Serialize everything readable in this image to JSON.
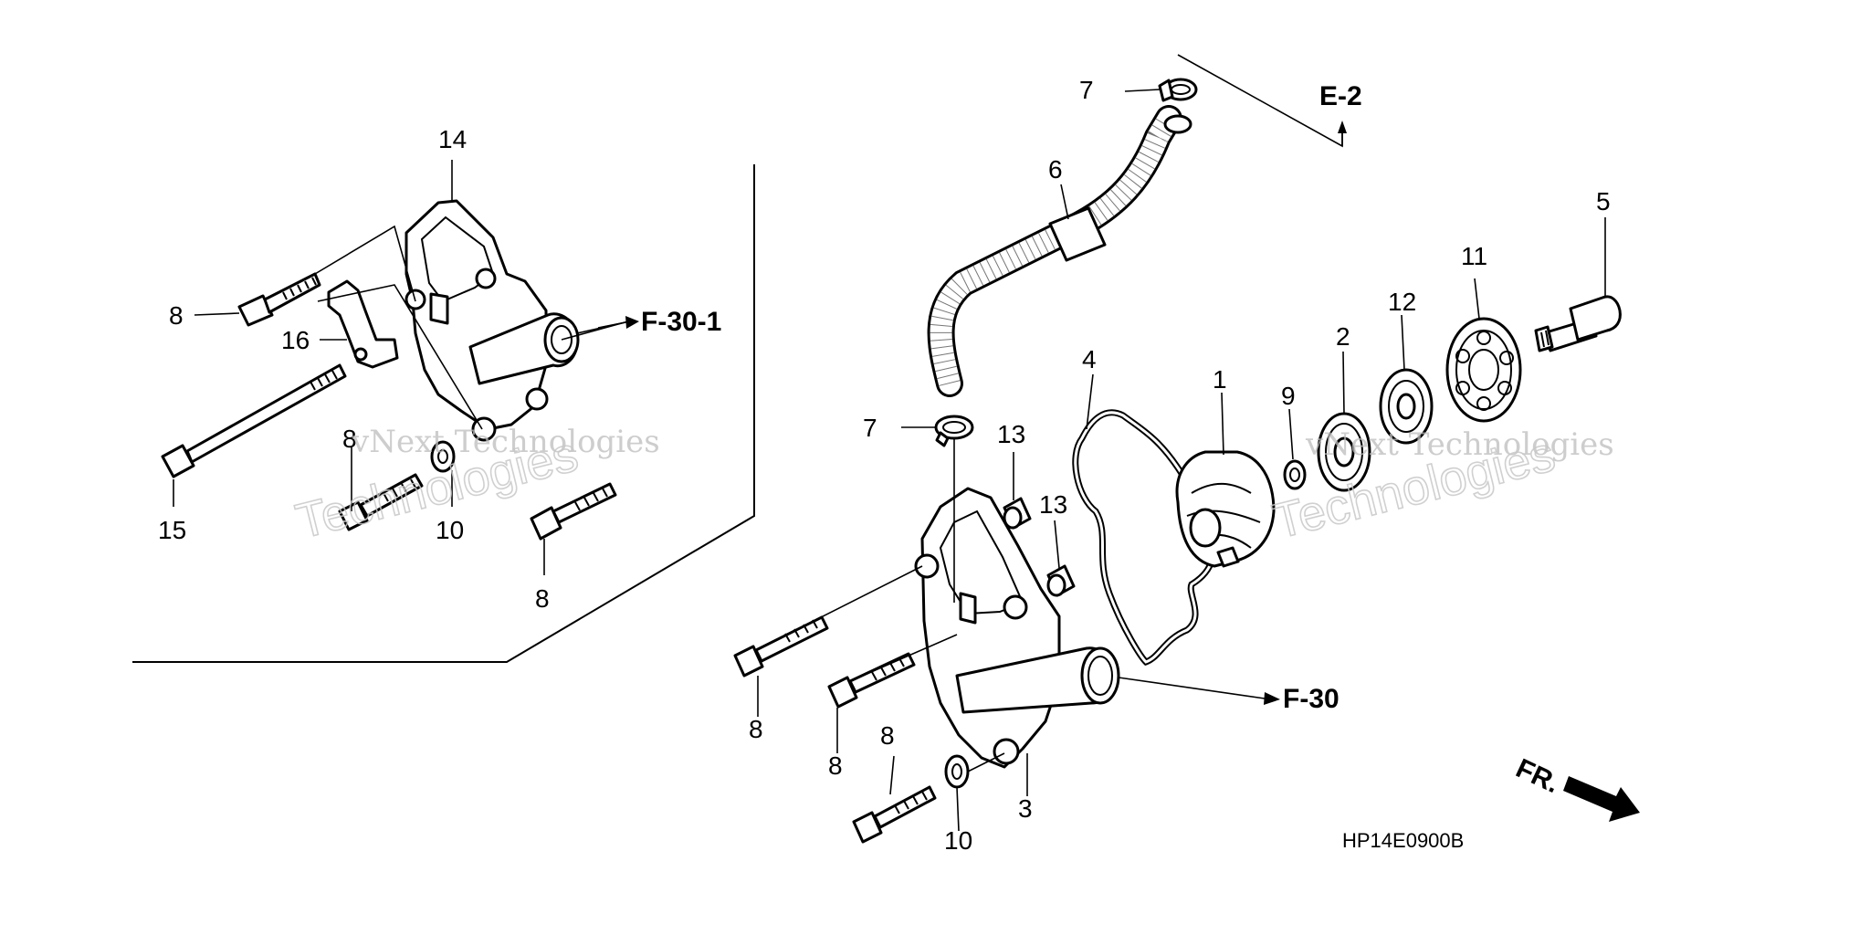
{
  "diagram": {
    "callouts": {
      "c14": "14",
      "c8a": "8",
      "c16": "16",
      "c15": "15",
      "c8b": "8",
      "c10a": "10",
      "c8c": "8",
      "c7a": "7",
      "c6": "6",
      "c7b": "7",
      "c13a": "13",
      "c13b": "13",
      "c4": "4",
      "c1": "1",
      "c9": "9",
      "c2": "2",
      "c12": "12",
      "c11": "11",
      "c5": "5",
      "c8d": "8",
      "c8e": "8",
      "c8f": "8",
      "c10b": "10",
      "c3": "3"
    },
    "references": {
      "f30_1": "F-30-1",
      "f30": "F-30",
      "e2": "E-2",
      "fr": "FR."
    },
    "diagram_code": "HP14E0900B",
    "watermarks": {
      "line1a": "vNext Technologies",
      "line2a": "Technologies",
      "line1b": "vNext Technologies",
      "line2b": "Technologies"
    }
  }
}
